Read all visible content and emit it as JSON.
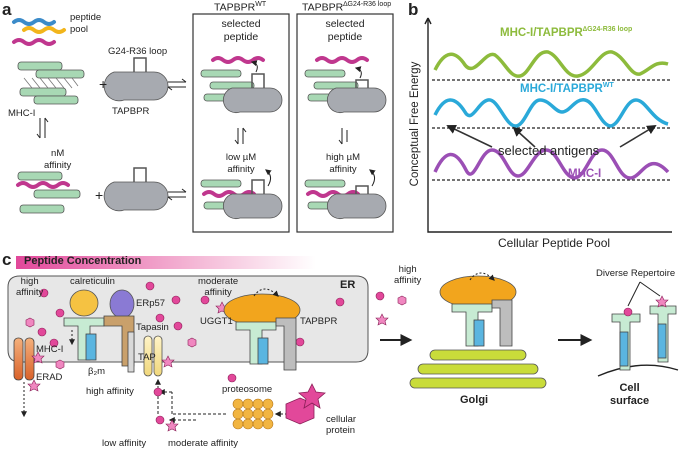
{
  "panels": {
    "a": "a",
    "b": "b",
    "c": "c"
  },
  "panel_a": {
    "pool_label": "peptide\npool",
    "loop_label": "G24-R36 loop",
    "mhc_label": "MHC-I",
    "tapbpr_label": "TAPBPR",
    "nm_affinity": "nM\naffinity",
    "plus": "+",
    "wt_title": "TAPBPR",
    "wt_sup": "WT",
    "del_title": "TAPBPR",
    "del_sup": "∆G24-R36 loop",
    "selected_peptide": "selected\npeptide",
    "low_um": "low µM\naffinity",
    "high_um": "high µM\naffinity"
  },
  "panel_b": {
    "series": [
      {
        "label": "MHC-I/TAPBPR",
        "sup": "∆G24-R36 loop",
        "color": "#8dbb3c"
      },
      {
        "label": "MHC-I/TAPBPR",
        "sup": "WT",
        "color": "#2aa9d9"
      },
      {
        "label": "MHC-I",
        "sup": "",
        "color": "#9b4fb5"
      }
    ],
    "ylabel": "Conceptual Free Energy",
    "xlabel": "Cellular Peptide Pool",
    "annotation": "selected antigens"
  },
  "panel_c": {
    "banner": "Peptide Concentration",
    "er": "ER",
    "high_affinity_1": "high\naffinity",
    "calreticulin": "calreticulin",
    "erp57": "ERp57",
    "tapasin": "Tapasin",
    "tap": "TAP",
    "mhc": "MHC-I",
    "b2m": "β₂m",
    "erad": "ERAD",
    "moderate_affinity": "moderate\naffinity",
    "uggt1": "UGGT1",
    "tapbpr": "TAPBPR",
    "high_affinity_2": "high\naffinity",
    "golgi": "Golgi",
    "diverse": "Diverse Repertoire",
    "cell_surface": "Cell\nsurface",
    "high_affinity_3": "high affinity",
    "low_affinity": "low affinity",
    "moderate_affinity_2": "moderate affinity",
    "proteosome": "proteosome",
    "cellular_protein": "cellular\nprotein"
  },
  "colors": {
    "mhc_green": "#a8d8b4",
    "tapbpr_gray": "#a7aab0",
    "peptide_magenta": "#c0378e",
    "peptide_yellow": "#f2b51b",
    "peptide_blue": "#3b8bc9",
    "golgi_lime": "#c9dc3a",
    "uggt1_orange": "#f2a51d",
    "erad_orange": "#e0762f",
    "er_fill": "#e7e7e7"
  }
}
